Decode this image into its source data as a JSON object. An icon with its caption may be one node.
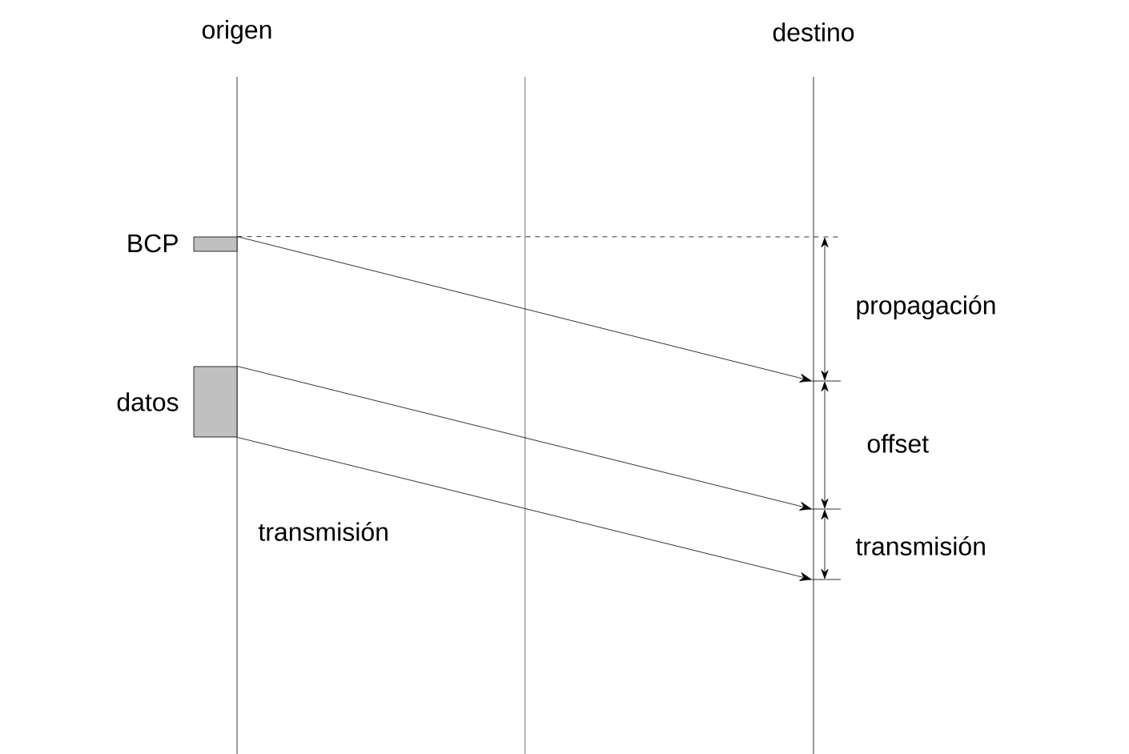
{
  "diagram": {
    "nodes": [
      {
        "text": [],
        "shape": "box",
        "beside": [
          "BCP"
        ]
      },
      {
        "text": [],
        "shape": "box",
        "beside": [
          "datos"
        ]
      }
    ],
    "edges": [
      {
        "from": 0,
        "to": null,
        "arrow": "to"
      },
      {
        "from": 1,
        "to": null,
        "arrow": "to"
      },
      {
        "from": 1,
        "to": null,
        "arrow": "to"
      },
      {
        "from": 0,
        "to": null,
        "arrow": "none",
        "style": "dashed"
      }
    ],
    "labels": [
      "origen",
      "destino",
      "propagación",
      "offset",
      "transmisión",
      "transmisión"
    ]
  }
}
